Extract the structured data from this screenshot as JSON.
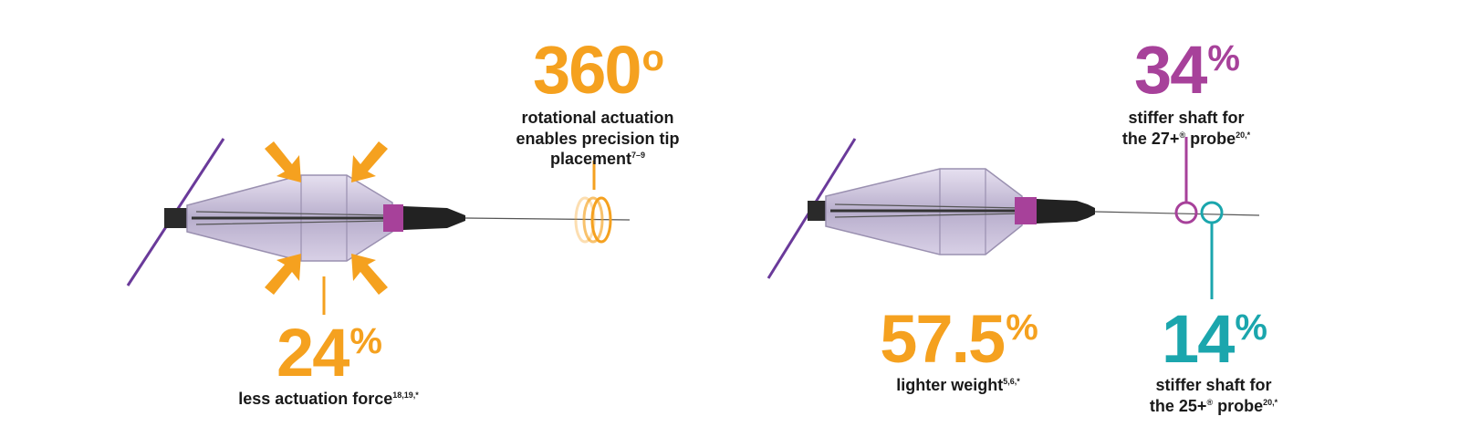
{
  "colors": {
    "orange": "#F5A11F",
    "purple": "#A7419A",
    "teal": "#1BA6AD",
    "line_purple": "#6A3A9A",
    "text": "#1a1a1a"
  },
  "stats": {
    "rotation": {
      "value": "360",
      "symbol": "o",
      "caption_lines": [
        "rotational actuation",
        "enables precision tip",
        "placement"
      ],
      "footnote": "7–9"
    },
    "force": {
      "value": "24",
      "symbol": "%",
      "caption": "less actuation force",
      "footnote": "18,19,*"
    },
    "weight": {
      "value": "57.5",
      "symbol": "%",
      "caption": "lighter weight",
      "footnote": "5,6,*"
    },
    "shaft27": {
      "value": "34",
      "symbol": "%",
      "caption_line1": "stiffer shaft for",
      "caption_line2_a": "the 27+",
      "reg": "®",
      "caption_line2_b": " probe",
      "footnote": "20,*"
    },
    "shaft25": {
      "value": "14",
      "symbol": "%",
      "caption_line1": "stiffer shaft for",
      "caption_line2_a": "the 25+",
      "reg": "®",
      "caption_line2_b": " probe",
      "footnote": "20,*"
    }
  }
}
